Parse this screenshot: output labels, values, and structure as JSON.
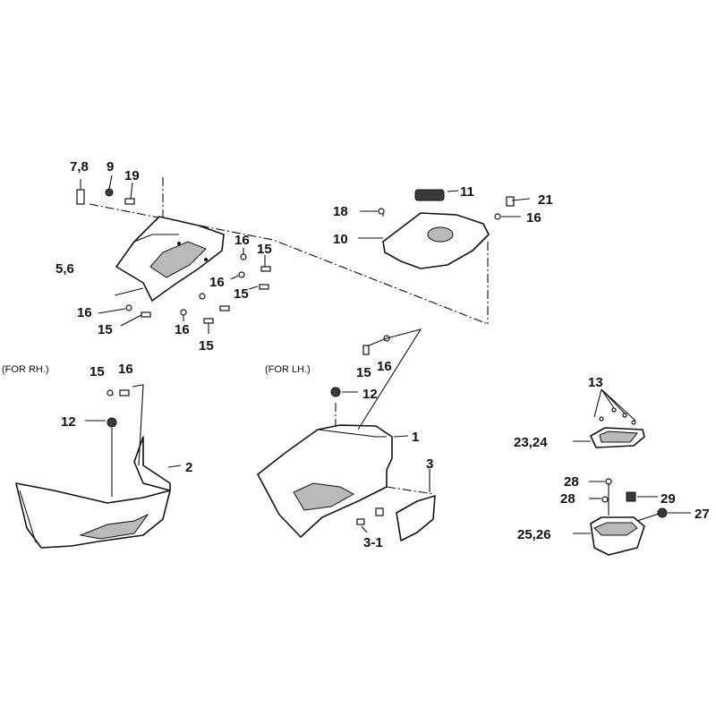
{
  "notes": {
    "for_rh": "(FOR RH.)",
    "for_lh": "(FOR LH.)"
  },
  "callouts": {
    "c_7_8": "7,8",
    "c_9": "9",
    "c_19": "19",
    "c_5_6": "5,6",
    "c_16_a": "16",
    "c_15_a": "15",
    "c_16_b": "16",
    "c_15_b": "15",
    "c_16_c": "16",
    "c_15_c": "15",
    "c_16_d": "16",
    "c_15_d": "15",
    "c_18": "18",
    "c_10": "10",
    "c_11": "11",
    "c_21": "21",
    "c_16_e": "16",
    "c_15_rh": "15",
    "c_16_rh": "16",
    "c_12_rh": "12",
    "c_2": "2",
    "c_15_lh": "15",
    "c_16_lh": "16",
    "c_12_lh": "12",
    "c_1": "1",
    "c_3": "3",
    "c_3_1": "3-1",
    "c_13": "13",
    "c_23_24": "23,24",
    "c_28_a": "28",
    "c_28_b": "28",
    "c_29": "29",
    "c_27": "27",
    "c_25_26": "25,26"
  }
}
